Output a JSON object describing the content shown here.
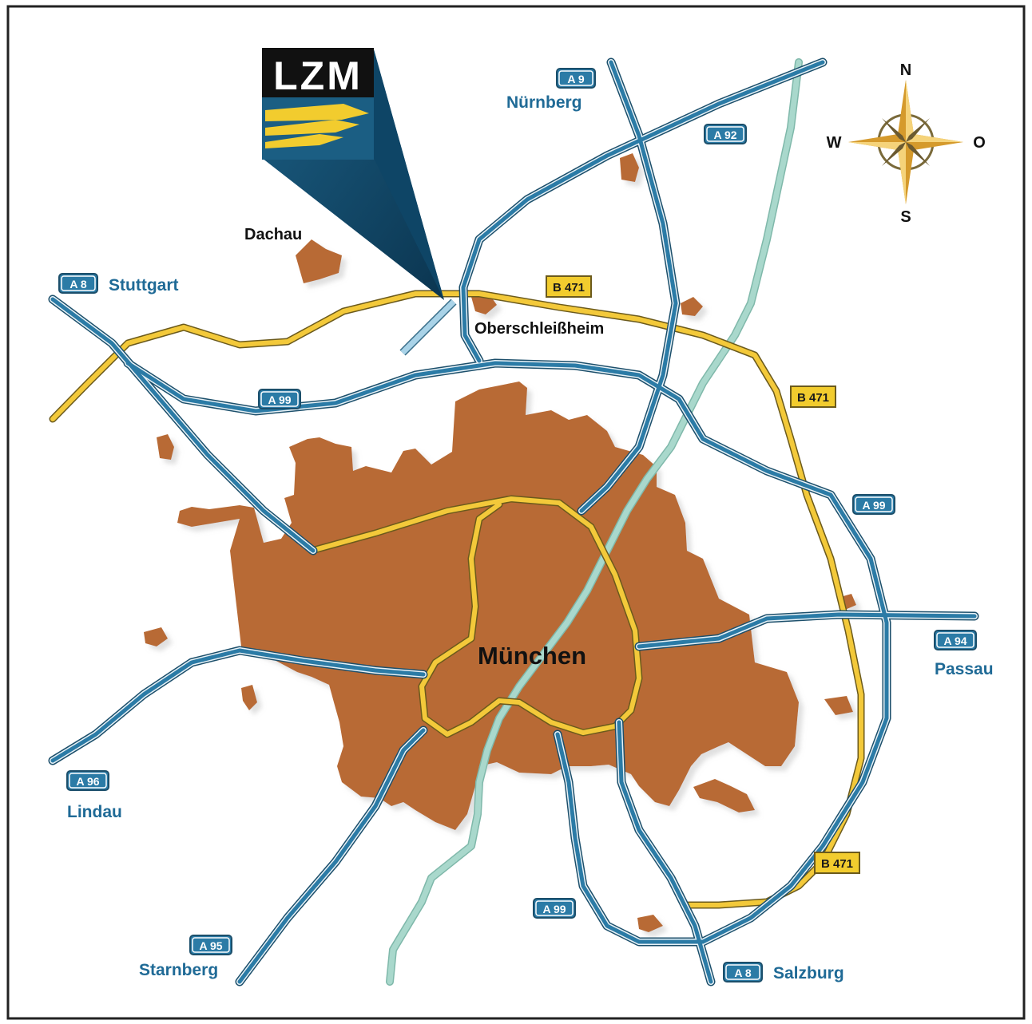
{
  "logo": {
    "text": "LZM"
  },
  "places": {
    "city": "München",
    "dachau": "Dachau",
    "oberschleissheim": "Oberschleißheim"
  },
  "destinations": {
    "nuernberg": "Nürnberg",
    "stuttgart": "Stuttgart",
    "passau": "Passau",
    "lindau": "Lindau",
    "starnberg": "Starnberg",
    "salzburg": "Salzburg"
  },
  "road_labels": {
    "a9": "A 9",
    "a92": "A 92",
    "a8_north": "A 8",
    "a99_north": "A 99",
    "a99_east": "A 99",
    "a99_south": "A 99",
    "a94": "A 94",
    "a96": "A 96",
    "a95": "A 95",
    "a8_south": "A 8",
    "b471_north": "B 471",
    "b471_east": "B 471",
    "b471_south": "B 471"
  },
  "compass": {
    "n": "N",
    "s": "S",
    "w": "W",
    "e": "O"
  },
  "colors": {
    "autobahn": "#2b7ba6",
    "autobahn_edge": "#ffffff",
    "bundesstrasse": "#f3c93a",
    "river": "#a9d8cc",
    "city_area": "#b86a35",
    "city_shadow": "#d2d2d2",
    "logo_blue": "#1b5e83",
    "logo_yellow": "#f2cc2e",
    "shield_fill": "#2b7ba6",
    "btag_fill": "#f2cc2e",
    "frame": "#222222"
  }
}
